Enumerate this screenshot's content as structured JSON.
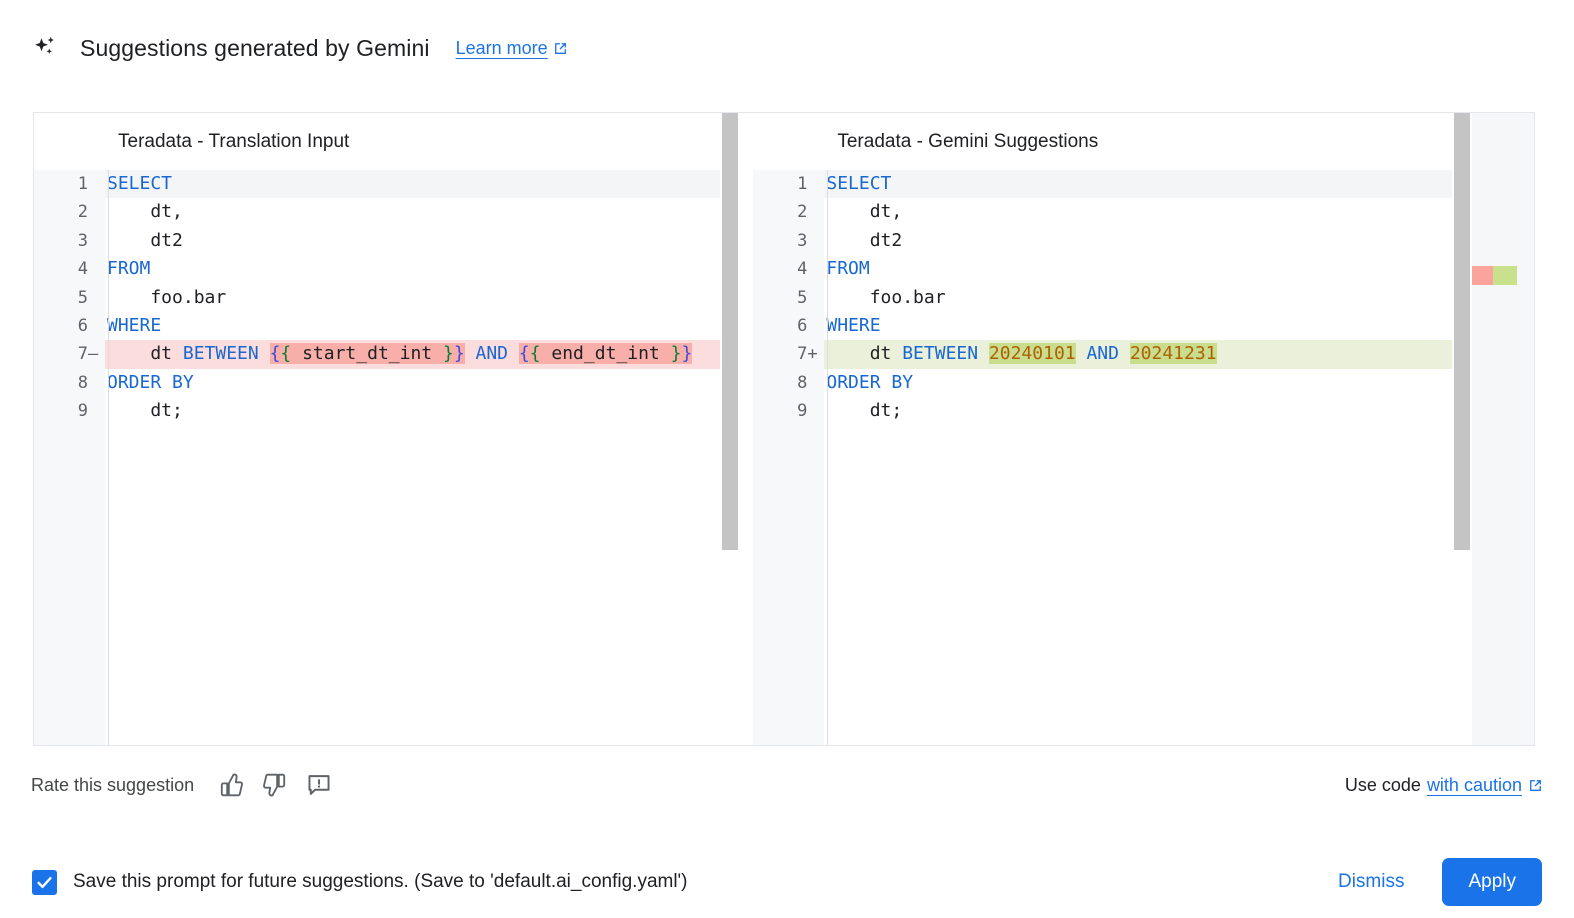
{
  "header": {
    "icon": "sparkle-icon",
    "title": "Suggestions generated by Gemini",
    "learn_more": "Learn more",
    "learn_more_icon": "external-link-icon"
  },
  "colors": {
    "accent": "#1a73e8",
    "link": "#1a73e8",
    "keyword": "#1967d2",
    "number": "#b06000",
    "diff_delete_bg": "#fbdddd",
    "diff_delete_word_bg": "#f8afaa",
    "diff_add_bg": "#eaf0da",
    "diff_add_word_bg": "#c8dd8e",
    "overview_red": "#fba49e",
    "overview_green": "#c9e08c",
    "scrollbar_thumb": "#c4c4c4"
  },
  "panes": {
    "left": {
      "title": "Teradata - Translation Input",
      "lines": [
        {
          "n": "1",
          "sign": "",
          "state": "current",
          "tokens": [
            {
              "t": "SELECT",
              "c": "kw"
            }
          ]
        },
        {
          "n": "2",
          "sign": "",
          "state": "",
          "tokens": [
            {
              "t": "    dt,",
              "c": "plain"
            }
          ]
        },
        {
          "n": "3",
          "sign": "",
          "state": "",
          "tokens": [
            {
              "t": "    dt2",
              "c": "plain"
            }
          ]
        },
        {
          "n": "4",
          "sign": "",
          "state": "",
          "tokens": [
            {
              "t": "FROM",
              "c": "kw"
            }
          ]
        },
        {
          "n": "5",
          "sign": "",
          "state": "",
          "tokens": [
            {
              "t": "    foo.bar",
              "c": "plain"
            }
          ]
        },
        {
          "n": "6",
          "sign": "",
          "state": "",
          "tokens": [
            {
              "t": "WHERE",
              "c": "kw"
            }
          ]
        },
        {
          "n": "7",
          "sign": "–",
          "state": "del",
          "tokens": [
            {
              "t": "    dt ",
              "c": "plain"
            },
            {
              "t": "BETWEEN",
              "c": "kw"
            },
            {
              "t": " ",
              "c": "plain"
            },
            {
              "t": "{",
              "c": "jb1",
              "w": "del"
            },
            {
              "t": "{",
              "c": "jb2",
              "w": "del"
            },
            {
              "t": " start_dt_int ",
              "c": "plain",
              "w": "del"
            },
            {
              "t": "}",
              "c": "jb2",
              "w": "del"
            },
            {
              "t": "}",
              "c": "jb1",
              "w": "del"
            },
            {
              "t": " ",
              "c": "plain"
            },
            {
              "t": "AND",
              "c": "kw"
            },
            {
              "t": " ",
              "c": "plain"
            },
            {
              "t": "{",
              "c": "jb1",
              "w": "del"
            },
            {
              "t": "{",
              "c": "jb2",
              "w": "del"
            },
            {
              "t": " end_dt_int ",
              "c": "plain",
              "w": "del"
            },
            {
              "t": "}",
              "c": "jb2",
              "w": "del"
            },
            {
              "t": "}",
              "c": "jb1",
              "w": "del"
            }
          ]
        },
        {
          "n": "8",
          "sign": "",
          "state": "",
          "tokens": [
            {
              "t": "ORDER BY",
              "c": "kw"
            }
          ]
        },
        {
          "n": "9",
          "sign": "",
          "state": "",
          "tokens": [
            {
              "t": "    dt;",
              "c": "plain"
            }
          ]
        }
      ]
    },
    "right": {
      "title": "Teradata - Gemini Suggestions",
      "lines": [
        {
          "n": "1",
          "sign": "",
          "state": "current",
          "tokens": [
            {
              "t": "SELECT",
              "c": "kw"
            }
          ]
        },
        {
          "n": "2",
          "sign": "",
          "state": "",
          "tokens": [
            {
              "t": "    dt,",
              "c": "plain"
            }
          ]
        },
        {
          "n": "3",
          "sign": "",
          "state": "",
          "tokens": [
            {
              "t": "    dt2",
              "c": "plain"
            }
          ]
        },
        {
          "n": "4",
          "sign": "",
          "state": "",
          "tokens": [
            {
              "t": "FROM",
              "c": "kw"
            }
          ]
        },
        {
          "n": "5",
          "sign": "",
          "state": "",
          "tokens": [
            {
              "t": "    foo.bar",
              "c": "plain"
            }
          ]
        },
        {
          "n": "6",
          "sign": "",
          "state": "",
          "tokens": [
            {
              "t": "WHERE",
              "c": "kw"
            }
          ]
        },
        {
          "n": "7",
          "sign": "+",
          "state": "add",
          "tokens": [
            {
              "t": "    dt ",
              "c": "plain"
            },
            {
              "t": "BETWEEN",
              "c": "kw"
            },
            {
              "t": " ",
              "c": "plain"
            },
            {
              "t": "20240101",
              "c": "num",
              "w": "add"
            },
            {
              "t": " ",
              "c": "plain"
            },
            {
              "t": "AND",
              "c": "kw"
            },
            {
              "t": " ",
              "c": "plain"
            },
            {
              "t": "20241231",
              "c": "num",
              "w": "add"
            }
          ]
        },
        {
          "n": "8",
          "sign": "",
          "state": "",
          "tokens": [
            {
              "t": "ORDER BY",
              "c": "kw"
            }
          ]
        },
        {
          "n": "9",
          "sign": "",
          "state": "",
          "tokens": [
            {
              "t": "    dt;",
              "c": "plain"
            }
          ]
        }
      ]
    }
  },
  "rate": {
    "label": "Rate this suggestion",
    "thumb_up_icon": "thumb-up-icon",
    "thumb_down_icon": "thumb-down-icon",
    "report_icon": "report-feedback-icon",
    "caution_prefix": "Use code",
    "caution_link": "with caution",
    "caution_icon": "external-link-icon"
  },
  "footer": {
    "checkbox_checked": true,
    "checkbox_label": "Save this prompt for future suggestions. (Save to 'default.ai_config.yaml')",
    "dismiss_label": "Dismiss",
    "apply_label": "Apply"
  }
}
